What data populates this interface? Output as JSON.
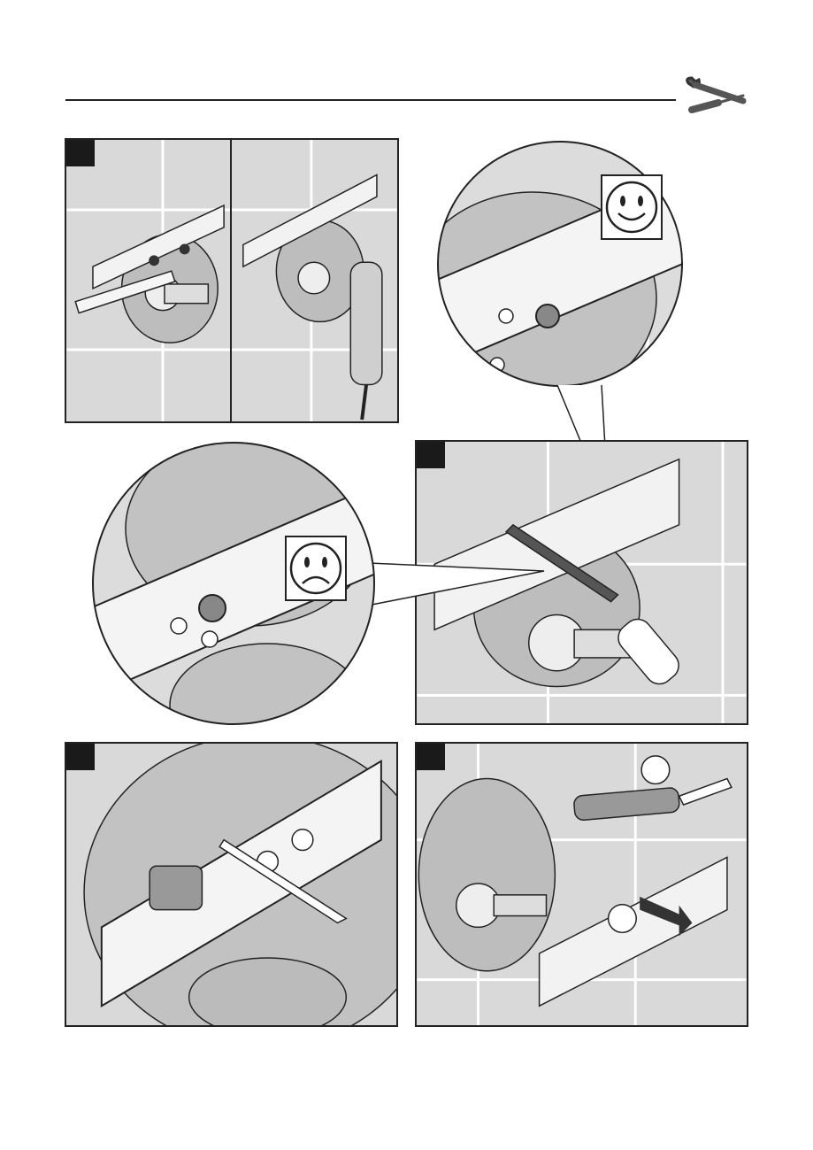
{
  "header": {
    "tools_icon": "wrench-screwdriver-icon"
  },
  "steps": [
    {
      "id": "step-1",
      "icon": "step-number-badge"
    },
    {
      "id": "step-2",
      "icon": "step-number-badge"
    },
    {
      "id": "step-3",
      "icon": "step-number-badge"
    },
    {
      "id": "step-4",
      "icon": "step-number-badge"
    }
  ],
  "indicators": {
    "good": "smiley-face-icon",
    "bad": "sad-face-icon"
  },
  "colors": {
    "panel_bg": "#d9d9d9",
    "wall_lines": "#ffffff",
    "line": "#1a1a1a",
    "badge": "#1a1a1a"
  }
}
